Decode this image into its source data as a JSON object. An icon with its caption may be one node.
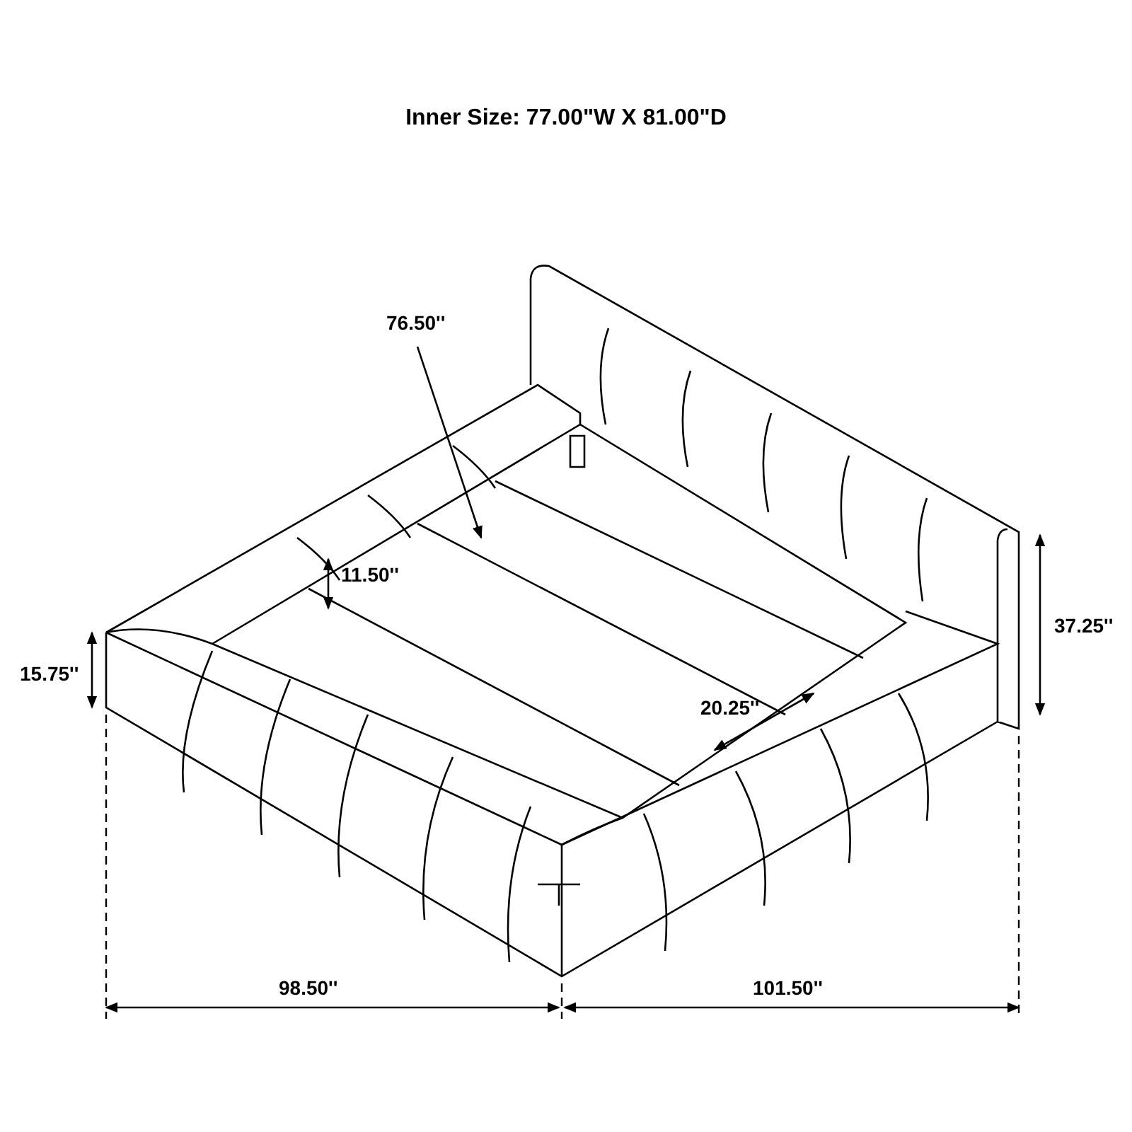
{
  "diagram": {
    "title": "Inner Size: 77.00\"W X 81.00\"D",
    "labels": [
      "76.50''",
      "11.50''",
      "37.25''",
      "15.75''",
      "20.25''",
      "98.50''",
      "101.50''"
    ]
  }
}
